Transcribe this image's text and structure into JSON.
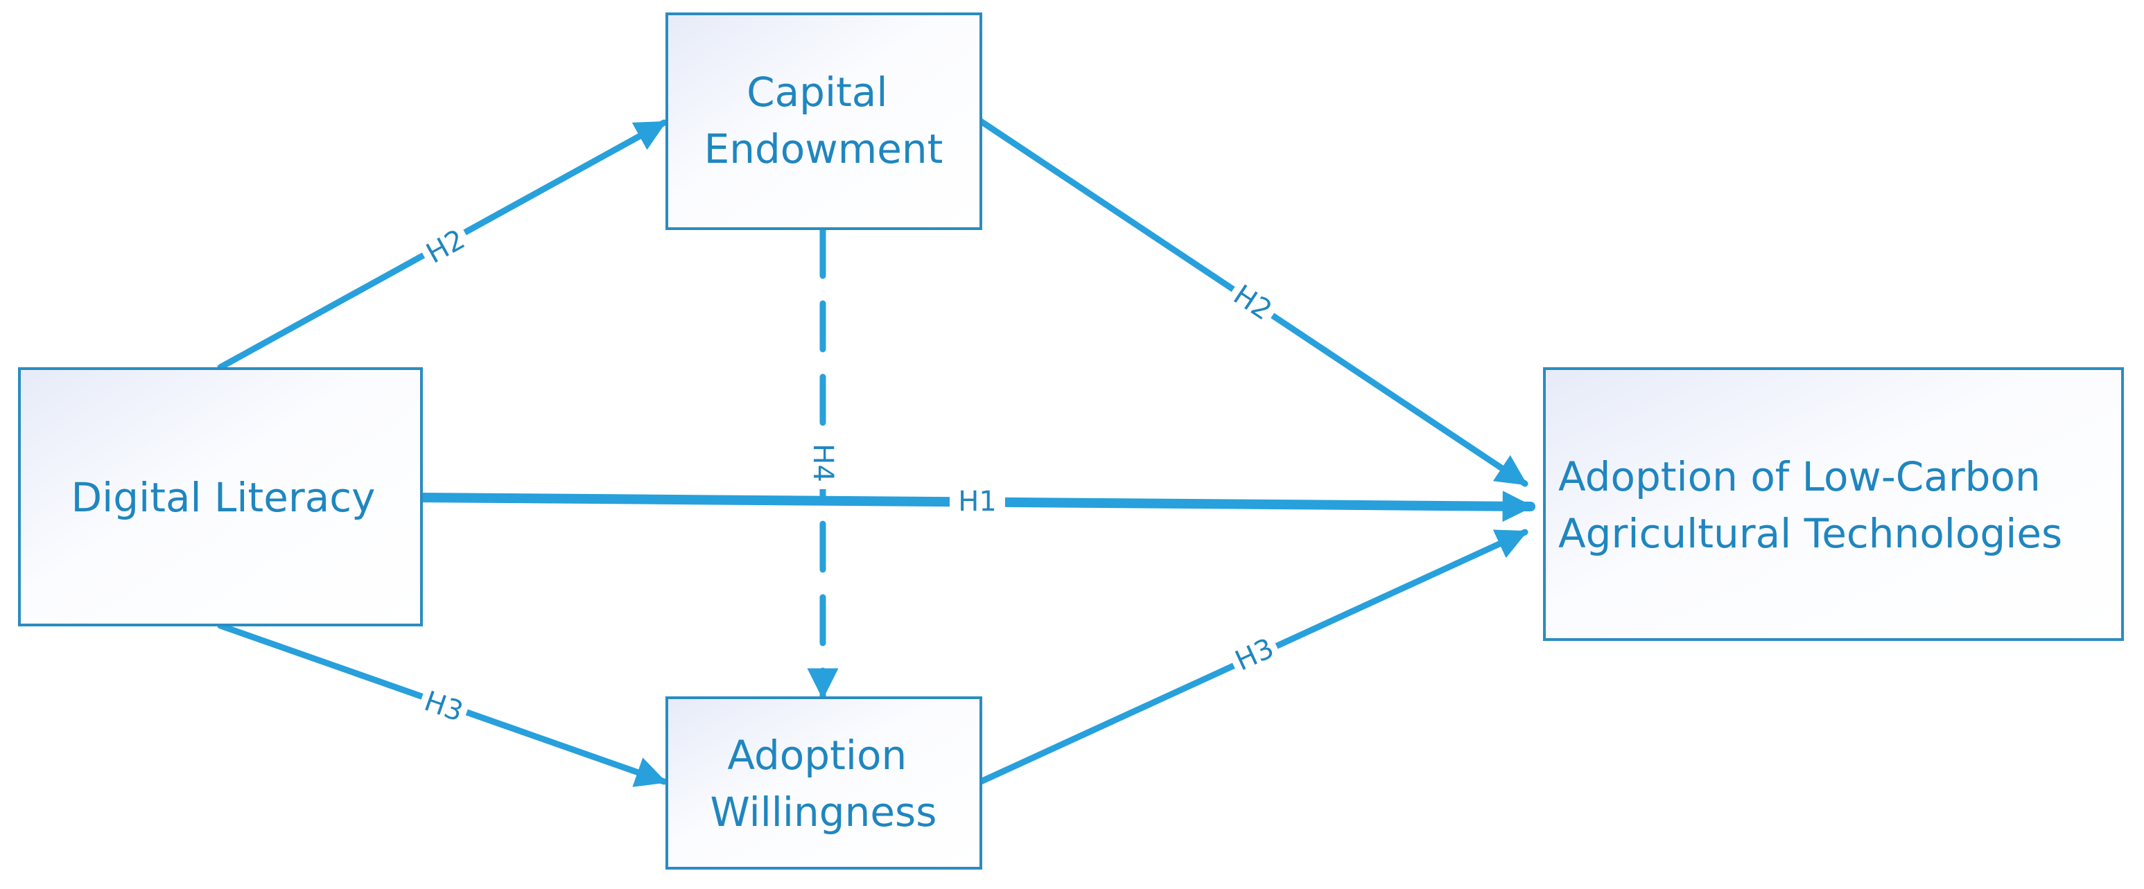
{
  "nodes": {
    "digital_literacy": {
      "lines": [
        "Digital Literacy"
      ]
    },
    "capital_endowment": {
      "lines": [
        "Capital",
        "Endowment"
      ]
    },
    "adoption_willingness": {
      "lines": [
        "Adoption",
        "Willingness"
      ]
    },
    "adoption_lcat": {
      "lines": [
        "Adoption of Low-Carbon",
        "Agricultural Technologies"
      ]
    }
  },
  "edges": {
    "h1": "H1",
    "h2_in": "H2",
    "h2_out": "H2",
    "h3_in": "H3",
    "h3_out": "H3",
    "h4": "H4"
  },
  "colors": {
    "arrow": "#27a0dc",
    "box_border": "#2a8cc0",
    "text": "#1f86bf"
  }
}
